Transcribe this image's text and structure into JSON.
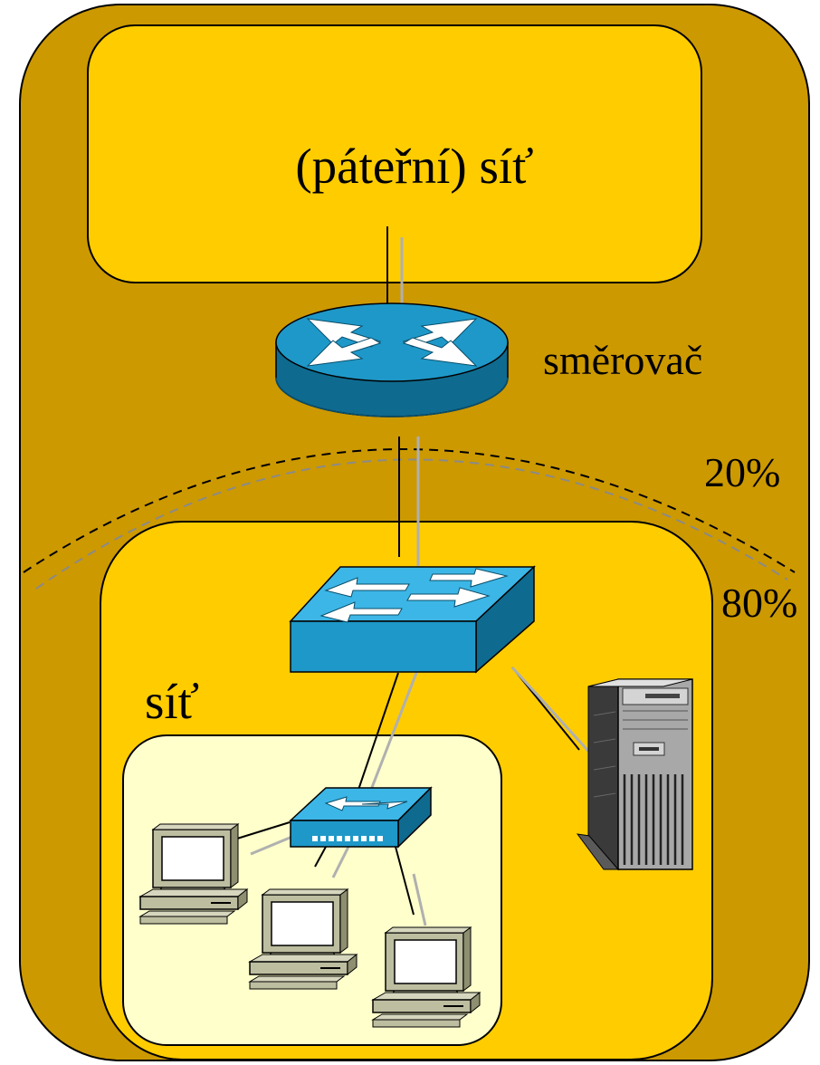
{
  "labels": {
    "backbone": "(páteřní) síť",
    "router": "směrovač",
    "local_network": "síť",
    "pct_top": "20%",
    "pct_bottom": "80%"
  },
  "colors": {
    "outer_region": "#CC9900",
    "middle_region": "#FFCC00",
    "inner_region": "#FFFFCC",
    "device_blue": "#1E98C8",
    "device_blue_dark": "#0F6A8F",
    "device_top_light": "#3CB6E6",
    "link_black": "#000000",
    "link_gray": "#B0B0B0"
  },
  "icons": [
    "router-icon",
    "workgroup-switch-icon",
    "hub-icon",
    "server-icon",
    "pc-icon"
  ]
}
